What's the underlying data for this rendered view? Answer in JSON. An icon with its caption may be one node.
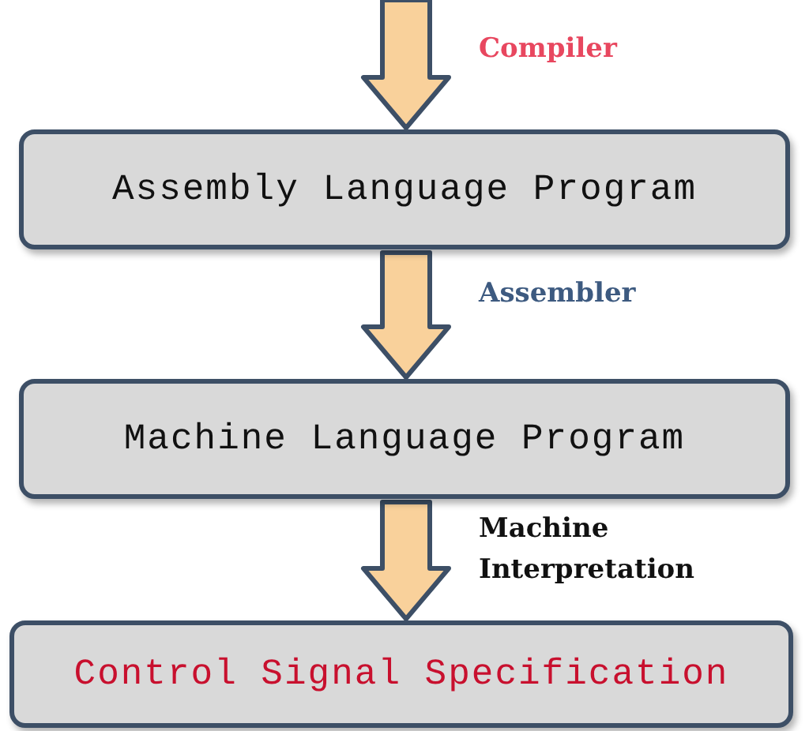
{
  "diagram": {
    "nodes": [
      {
        "text": [
          "Assembly Language Program"
        ]
      },
      {
        "text": [
          "Machine Language Program"
        ]
      },
      {
        "text": [
          "Control Signal Specification"
        ]
      }
    ],
    "edges": [
      {
        "from": null,
        "to": 0,
        "arrow": "to",
        "label": "Compiler"
      },
      {
        "from": 0,
        "to": 1,
        "arrow": "to",
        "label": "Assembler"
      },
      {
        "from": 1,
        "to": 2,
        "arrow": "to",
        "label": "Machine Interpretation"
      }
    ]
  }
}
